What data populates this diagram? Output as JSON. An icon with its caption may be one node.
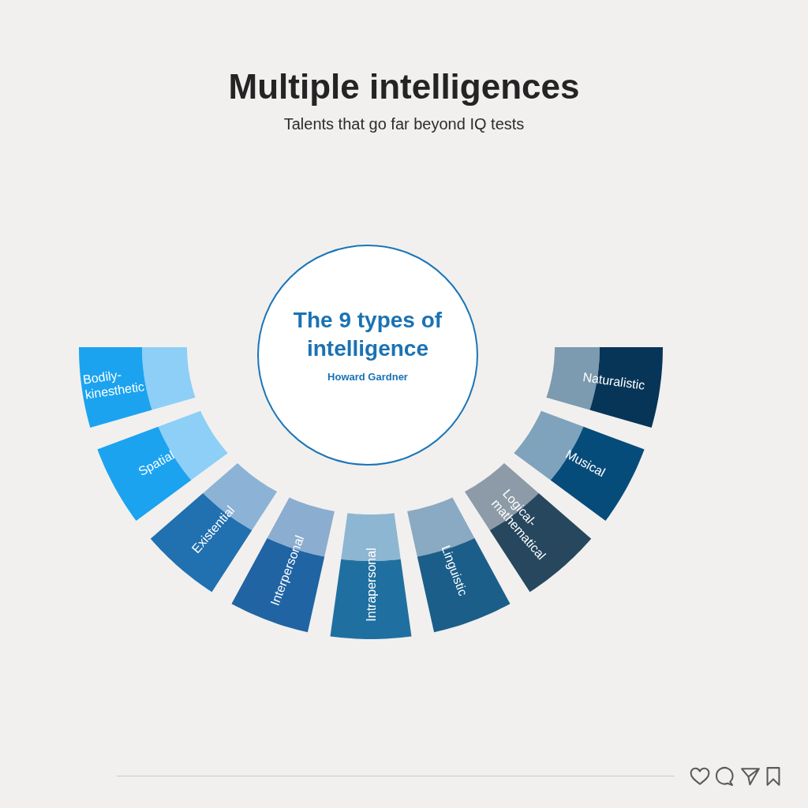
{
  "diagram": {
    "title": "Multiple intelligences",
    "nodes": [
      {
        "text": [
          "The 9 types of intelligence",
          "Howard Gardner"
        ]
      },
      {
        "text": [
          "Bodily-kinesthetic"
        ]
      },
      {
        "text": [
          "Spatial"
        ]
      },
      {
        "text": [
          "Existential"
        ]
      },
      {
        "text": [
          "Interpersonal"
        ]
      },
      {
        "text": [
          "Intrapersonal"
        ]
      },
      {
        "text": [
          "Linguistic"
        ]
      },
      {
        "text": [
          "Logical-mathematical"
        ]
      },
      {
        "text": [
          "Musical"
        ]
      },
      {
        "text": [
          "Naturalistic"
        ]
      }
    ],
    "labels": [
      "Talents that go far beyond IQ tests"
    ]
  }
}
